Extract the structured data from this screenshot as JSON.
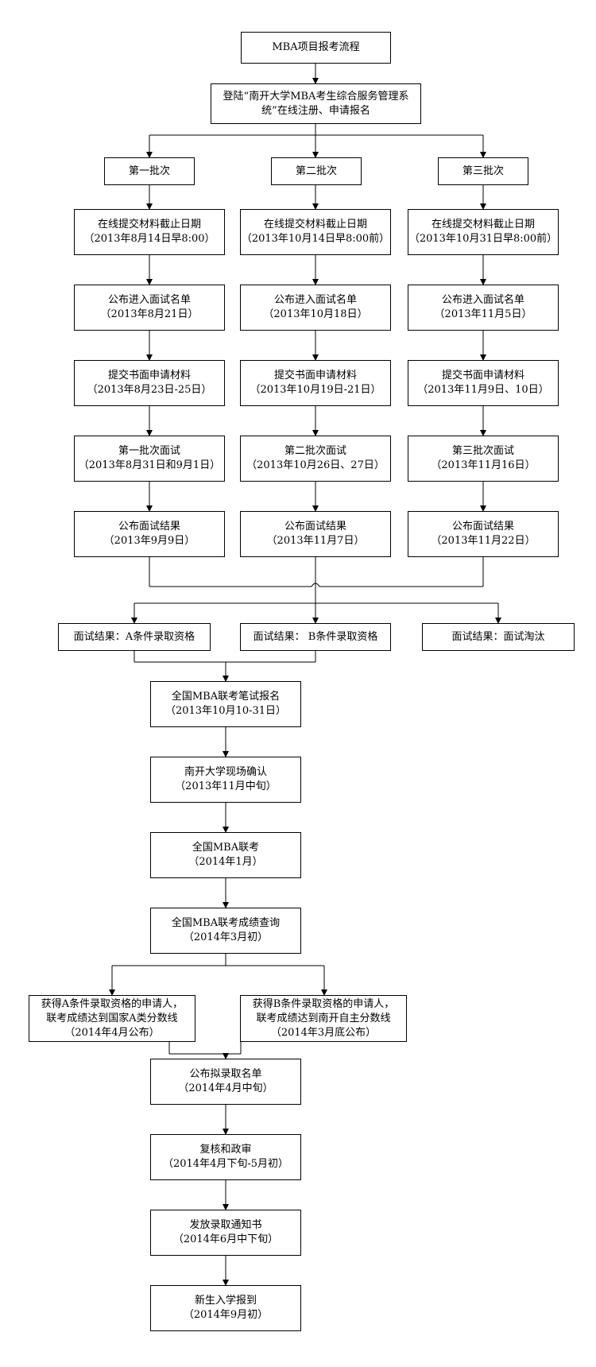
{
  "title": {
    "line1": "MBA项目报考流程"
  },
  "register": {
    "line1": "登陆“南开大学MBA考生综合服务管理系",
    "line2": "统”在线注册、申请报名"
  },
  "batch1": {
    "name": "第一批次",
    "submit": {
      "line1": "在线提交材料截止日期",
      "line2": "（2013年8月14日早8:00）"
    },
    "list": {
      "line1": "公布进入面试名单",
      "line2": "（2013年8月21日）"
    },
    "written": {
      "line1": "提交书面申请材料",
      "line2": "（2013年8月23日-25日）"
    },
    "interview": {
      "line1": "第一批次面试",
      "line2": "（2013年8月31日和9月1日）"
    },
    "result": {
      "line1": "公布面试结果",
      "line2": "（2013年9月9日）"
    }
  },
  "batch2": {
    "name": "第二批次",
    "submit": {
      "line1": "在线提交材料截止日期",
      "line2": "（2013年10月14日早8:00前）"
    },
    "list": {
      "line1": "公布进入面试名单",
      "line2": "（2013年10月18日）"
    },
    "written": {
      "line1": "提交书面申请材料",
      "line2": "（2013年10月19日-21日）"
    },
    "interview": {
      "line1": "第二批次面试",
      "line2": "（2013年10月26日、27日）"
    },
    "result": {
      "line1": "公布面试结果",
      "line2": "（2013年11月7日）"
    }
  },
  "batch3": {
    "name": "第三批次",
    "submit": {
      "line1": "在线提交材料截止日期",
      "line2": "（2013年10月31日早8:00前）"
    },
    "list": {
      "line1": "公布进入面试名单",
      "line2": "（2013年11月5日）"
    },
    "written": {
      "line1": "提交书面申请材料",
      "line2": "（2013年11月9日、10日）"
    },
    "interview": {
      "line1": "第三批次面试",
      "line2": "（2013年11月16日）"
    },
    "result": {
      "line1": "公布面试结果",
      "line2": "（2013年11月22日）"
    }
  },
  "outcomes": {
    "a": "面试结果：A条件录取资格",
    "b": "面试结果： B条件录取资格",
    "c": "面试结果：面试淘汰"
  },
  "steps": {
    "exam_register": {
      "line1": "全国MBA联考笔试报名",
      "line2": "（2013年10月10-31日）"
    },
    "confirm": {
      "line1": "南开大学现场确认",
      "line2": "（2013年11月中旬）"
    },
    "exam": {
      "line1": "全国MBA联考",
      "line2": "（2014年1月）"
    },
    "score": {
      "line1": "全国MBA联考成绩查询",
      "line2": "（2014年3月初）"
    },
    "cond_a": {
      "line1": "获得A条件录取资格的申请人，",
      "line2": "联考成绩达到国家A类分数线",
      "line3": "（2014年4月公布）"
    },
    "cond_b": {
      "line1": "获得B条件录取资格的申请人，",
      "line2": "联考成绩达到南开自主分数线",
      "line3": "（2014年3月底公布）"
    },
    "admit_list": {
      "line1": "公布拟录取名单",
      "line2": "（2014年4月中旬）"
    },
    "review": {
      "line1": "复核和政审",
      "line2": "（2014年4月下旬-5月初）"
    },
    "notice": {
      "line1": "发放录取通知书",
      "line2": "（2014年6月中下旬）"
    },
    "enroll": {
      "line1": "新生入学报到",
      "line2": "（2014年9月初）"
    }
  }
}
